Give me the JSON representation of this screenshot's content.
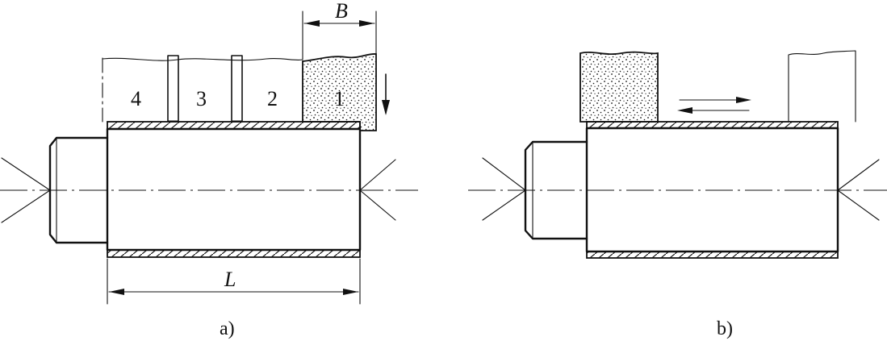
{
  "figure_a": {
    "caption": "a)",
    "wheel_labels": [
      "4",
      "3",
      "2",
      "1"
    ],
    "dim_width": "B",
    "dim_length": "L"
  },
  "figure_b": {
    "caption": "b)"
  }
}
